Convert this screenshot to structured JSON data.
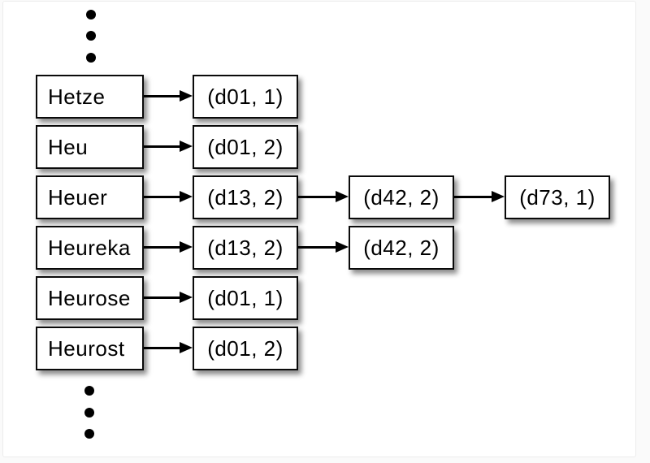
{
  "page": {
    "background_color": "#fafafa",
    "slide_color": "#ffffff"
  },
  "diagram": {
    "colors": {
      "box_fill": "#ffffff",
      "box_border": "#000000",
      "text": "#000000",
      "arrow": "#000000",
      "shadow": "rgba(0,0,0,0.45)"
    },
    "ellipsis": {
      "top_dot_count": 3,
      "bottom_dot_count": 3
    },
    "rows": [
      {
        "term": "Hetze",
        "postings": [
          "(d01, 1)"
        ]
      },
      {
        "term": "Heu",
        "postings": [
          "(d01, 2)"
        ]
      },
      {
        "term": "Heuer",
        "postings": [
          "(d13, 2)",
          "(d42, 2)",
          "(d73, 1)"
        ]
      },
      {
        "term": "Heureka",
        "postings": [
          "(d13, 2)",
          "(d42, 2)"
        ]
      },
      {
        "term": "Heurose",
        "postings": [
          "(d01, 1)"
        ]
      },
      {
        "term": "Heurost",
        "postings": [
          "(d01, 2)"
        ]
      }
    ]
  }
}
